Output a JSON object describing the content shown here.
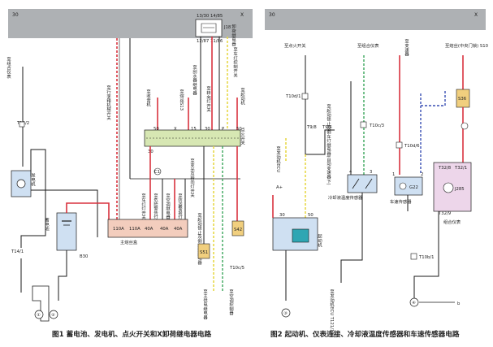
{
  "colors": {
    "bus_bar": "#aeb1b4",
    "wire_black": "#1a1a1a",
    "wire_red": "#d9323e",
    "wire_yellow": "#e8d84a",
    "wire_blue": "#3a4fb4",
    "wire_green": "#3aa55a",
    "wire_violet": "#8a3a8a",
    "fuse_box": "#f3cdbd",
    "switch_box": "#d7e7b3",
    "gauge_box": "#cfe0f2",
    "cluster_box": "#edd6ea",
    "connector": "#f1cf7e",
    "starter_box": "#2fa6b3"
  },
  "fig1": {
    "caption": "图1 蓄电池、发电机、点火开关和X卸荷继电器电路",
    "bus_left": "30",
    "bus_right": "X",
    "relay_pins_top": "13/30 14/85",
    "relay_name": "J18",
    "relay_pins_bottom": "12/87 11/86",
    "relay_label": "卸荷继电器",
    "to_cluster": "至组合仪表",
    "to_trunk": "至行李箱机械开关",
    "to_radio": "至收音机",
    "to_fuse_s13": "至熔丝S13",
    "to_washer_relay": "至刮水器继电器",
    "to_light_switch": "至转向灯开关",
    "to_lamp_control": "至车灯控制开关",
    "to_starter": "至起动机",
    "t14_2": "T14/2",
    "t14_1": "T14/1",
    "generator": "发电机",
    "battery": "蓄电池",
    "fuse_box": "主熔丝盒",
    "b30": "B30",
    "t10c_5": "T10c/5",
    "ign_switch": "点火开关",
    "ign_pins": [
      "50",
      "X",
      "15",
      "30",
      "P",
      "50"
    ],
    "ign_bottom": "30",
    "c1": "C1",
    "fuses": [
      "110A",
      "110A",
      "40A",
      "40A",
      "40A"
    ],
    "row_wires": [
      "至车灯灯开关",
      "至危险警告灯开关",
      "至空调继电器",
      "至防盗警报灯开关"
    ],
    "to_turn_switch": "至变光及转向灯开关",
    "lock_relay": "至起动锁止及倒车灯继电器",
    "s51": "S51",
    "s42": "S42",
    "to_main_light_relay": "至主供电继电器",
    "to_ac_unit": "至空调控制器",
    "ground_1": "①",
    "ground_2": "②",
    "markers": [
      "①",
      "②"
    ]
  },
  "fig2": {
    "caption": "图2 起动机、仪表连接、冷却液温度传感器和车速传感器电路",
    "bus_left": "30",
    "bus_right": "X",
    "to_ignition": "至点火开关",
    "to_cluster": "至组合仪表",
    "to_speed_unit": "至变速器",
    "to_fuse": "至熔丝(中央门锁) S10",
    "t10d_1": "T10d/1",
    "t10c_3": "T10c/3",
    "t10d_6": "T10d/6",
    "t10b_1": "T10b/1",
    "t32_8": "T32/8",
    "t32_1": "T32/1",
    "t32_9": "T32/9",
    "t9_8": "T9/8",
    "t9_6": "T9/6",
    "lock_relay": "至起动锁止及倒车灯继电器(自动变速器下)",
    "to_engine_ecu": "至发动机ECU",
    "a_plus": "A+",
    "starter": "起动机",
    "coolant": "冷却液温度传感器",
    "speed_sensor": "车速传感器",
    "g22": "G22",
    "j285": "J285",
    "s36": "S36",
    "cluster": "组合仪表",
    "to_engine_ecu_bottom": "至发动机ECU T121/104",
    "pin_30": "30",
    "pin_50": "50",
    "pin_4": "4",
    "pin_3": "3",
    "pin_1": "1",
    "pin_2": "2",
    "pin_3b": "3",
    "ground_3": "③",
    "ground_4": "④",
    "b_mark": "b"
  }
}
